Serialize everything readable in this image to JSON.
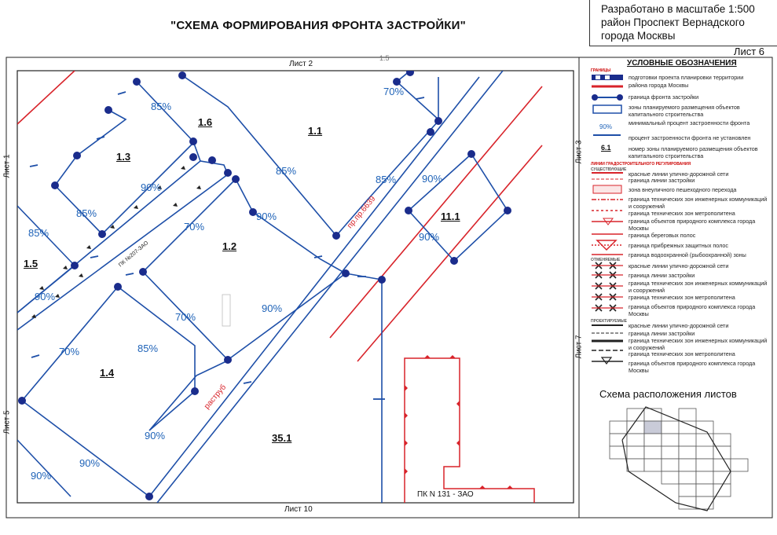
{
  "title": "\"СХЕМА ФОРМИРОВАНИЯ ФРОНТА ЗАСТРОЙКИ\"",
  "info": {
    "line1": "Разработано в масштабе 1:500",
    "line2": "район Проспект Вернадского",
    "line3": "города Москвы"
  },
  "sheet": "Лист 6",
  "frame_labels": {
    "top": "Лист 2",
    "top_small": "1.5",
    "bottom": "Лист 10",
    "left_top": "Лист 1",
    "left_bottom": "Лист 5",
    "right_top": "Лист 3",
    "right_bottom": "Лист 7"
  },
  "zones": {
    "z1_1": "1.1",
    "z1_2": "1.2",
    "z1_3": "1.3",
    "z1_4": "1.4",
    "z1_5": "1.5",
    "z1_6": "1.6",
    "z11_1": "11.1",
    "z35_1": "35.1"
  },
  "percents": {
    "p70": "70%",
    "p85": "85%",
    "p90": "90%"
  },
  "road_labels": {
    "proezd": "пр.пр.6639",
    "rastrub": "раструб",
    "pk207": "ПК №207-ЗАО",
    "pk131": "ПК N 131 - ЗАО"
  },
  "legend": {
    "title": "УСЛОВНЫЕ ОБОЗНАЧЕНИЯ",
    "head_borders": "ГРАНИЦЫ",
    "head_regulation": "ЛИНИИ ГРАДОСТРОИТЕЛЬНОГО РЕГУЛИРОВАНИЯ",
    "head_existing": "СУЩЕСТВУЮЩИЕ",
    "head_cancelled": "ОТМЕНЯЕМЫЕ",
    "head_planned": "ПРОЕКТИРУЕМЫЕ",
    "items": [
      "подготовки проекта планировки территории",
      "района города Москвы",
      "граница фронта застройки",
      "зоны планируемого размещения объектов капитального строительства",
      "минимальный процент застроенности фронта",
      "процент застроенности фронта не установлен",
      "номер зоны планируемого размещения объектов капитального строительства",
      "красные линии улично-дорожной сети",
      "граница линии застройки",
      "зона внеуличного пешеходного перехода",
      "граница технических зон инженерных коммуникаций и сооружений",
      "граница технических зон метрополитена",
      "граница объектов природного комплекса города Москвы",
      "граница береговых полос",
      "граница прибрежных защитных полос",
      "граница водоохранной (рыбоохранной) зоны",
      "красные линии улично-дорожной сети",
      "граница линии застройки",
      "граница технических зон инженерных коммуникаций и сооружений",
      "граница технических зон метрополитена",
      "граница объектов природного комплекса города Москвы",
      "красные линии улично-дорожной сети",
      "граница линии застройки",
      "граница технических зон инженерных коммуникаций и сооружений",
      "граница технических зон метрополитена",
      "граница объектов природного комплекса города Москвы"
    ],
    "sample_percent": "90%",
    "sample_zone": "6.1"
  },
  "scheme": {
    "title": "Схема расположения листов"
  },
  "colors": {
    "front_line": "#1e4fa8",
    "node": "#1a2c8c",
    "red_line": "#d8232a",
    "percent_text": "#1f63b8",
    "frame": "#222222"
  }
}
